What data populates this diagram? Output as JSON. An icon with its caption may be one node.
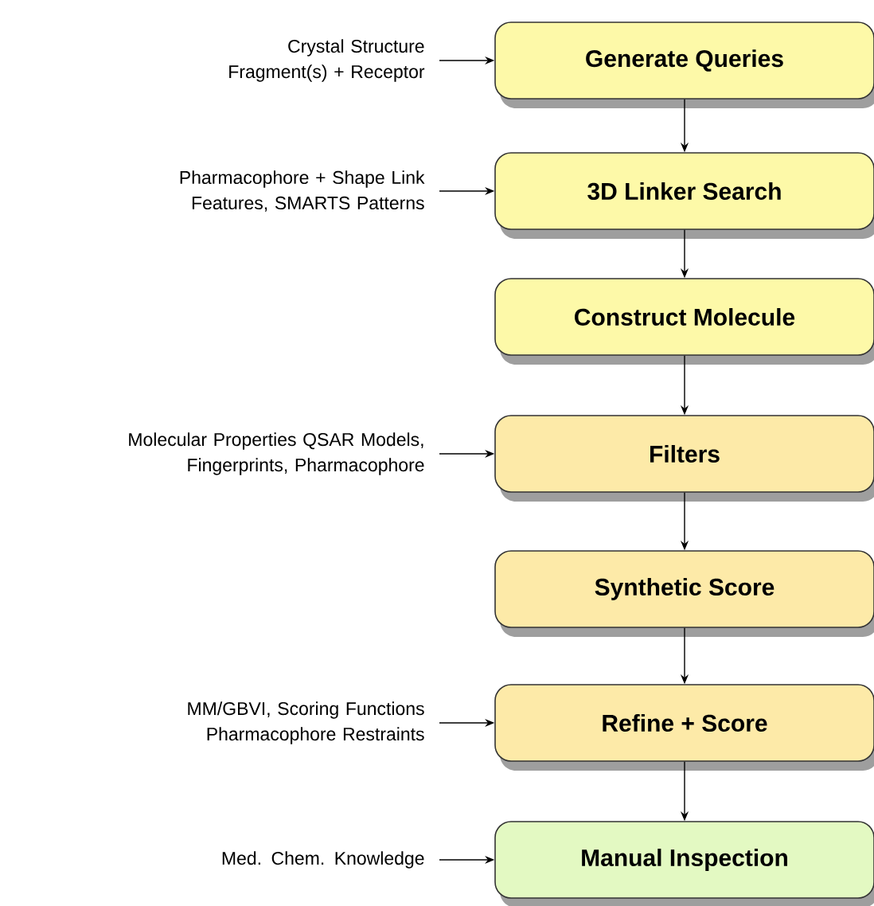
{
  "diagram": {
    "nodes": [
      {
        "text": [
          "Generate Queries"
        ]
      },
      {
        "text": [
          "3D Linker Search"
        ]
      },
      {
        "text": [
          "Construct Molecule"
        ]
      },
      {
        "text": [
          "Filters"
        ]
      },
      {
        "text": [
          "Synthetic Score"
        ]
      },
      {
        "text": [
          "Refine + Score"
        ]
      },
      {
        "text": [
          "Manual Inspection"
        ]
      },
      {
        "text": [
          "Crystal Structure Fragment(s) + Receptor"
        ]
      },
      {
        "text": [
          "Pharmacophore + Shape Link Features, SMARTS Patterns"
        ]
      },
      {
        "text": [
          "Molecular Properties QSAR Models, Fingerprints, Pharmacophore"
        ]
      },
      {
        "text": [
          "MM/GBVI, Scoring Functions Pharmacophore Restraints"
        ]
      },
      {
        "text": [
          "Med. Chem. Knowledge"
        ]
      }
    ],
    "edges": [
      {
        "from": 0,
        "to": 1,
        "arrow": "to"
      },
      {
        "from": 1,
        "to": 2,
        "arrow": "to"
      },
      {
        "from": 2,
        "to": 3,
        "arrow": "to"
      },
      {
        "from": 3,
        "to": 4,
        "arrow": "to"
      },
      {
        "from": 4,
        "to": 5,
        "arrow": "to"
      },
      {
        "from": 5,
        "to": 6,
        "arrow": "to"
      },
      {
        "from": 7,
        "to": 0,
        "arrow": "to"
      },
      {
        "from": 8,
        "to": 1,
        "arrow": "to"
      },
      {
        "from": 9,
        "to": 3,
        "arrow": "to"
      },
      {
        "from": 10,
        "to": 5,
        "arrow": "to"
      },
      {
        "from": 11,
        "to": 6,
        "arrow": "to"
      }
    ]
  }
}
